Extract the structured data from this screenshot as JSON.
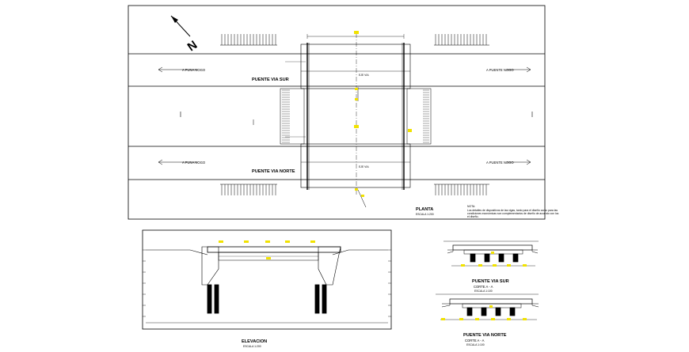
{
  "north": {
    "letter": "N"
  },
  "plan": {
    "direction_left_top": "A PUNA NOGO",
    "direction_right_top": "A PUENTE NOGO",
    "direction_left_bottom": "A PUNA NOGO",
    "direction_right_bottom": "A PUENTE NOGO",
    "bridge_south": "PUENTE VIA SUR",
    "bridge_north": "PUENTE VIA NORTE",
    "eje_via": "EJE VIA",
    "title": "PLANTA",
    "scale": "ESCALA 1:200",
    "note_label": "NOTA:",
    "note_1": "Los detalles de dispositivos de las vigas, tanto para el diseño como para las",
    "note_2": "condiciones económicas son complementarios de diseño de acuerdo con los",
    "note_3": "el diseño."
  },
  "elevation": {
    "title": "ELEVACION",
    "scale": "ESCALA 1:200"
  },
  "sections": {
    "south_title": "PUENTE VIA SUR",
    "south_cut": "CORTE A - A",
    "south_scale": "ESCALA 1:100",
    "north_title": "PUENTE VIA NORTE",
    "north_cut": "CORTE A - A",
    "north_scale": "ESCALA 1:100"
  },
  "colors": {
    "line": "#000000",
    "highlight": "#f1e200",
    "background": "#ffffff"
  }
}
